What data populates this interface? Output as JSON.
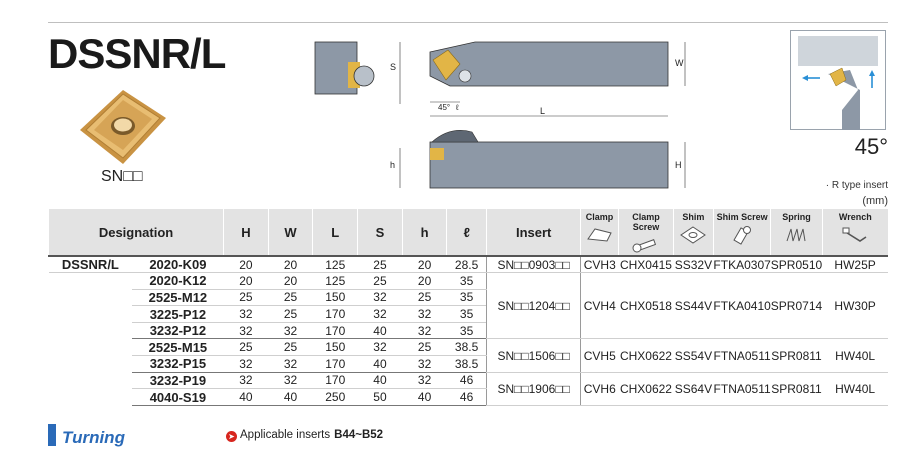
{
  "title": "DSSNR/L",
  "insert_code": "SN□□",
  "diagram": {
    "labels": {
      "s": "S",
      "w": "W",
      "l": "L",
      "h": "h",
      "H": "H",
      "angle": "45°",
      "ell": "ℓ"
    }
  },
  "side_panel": {
    "angle": "45°",
    "r_type": "· R type insert",
    "unit": "(mm)"
  },
  "table": {
    "headers": {
      "designation": "Designation",
      "H": "H",
      "W": "W",
      "L": "L",
      "S": "S",
      "h": "h",
      "ell": "ℓ",
      "insert": "Insert",
      "clamp": "Clamp",
      "clamp_screw": "Clamp Screw",
      "shim": "Shim",
      "shim_screw": "Shim Screw",
      "spring": "Spring",
      "wrench": "Wrench"
    },
    "brand": "DSSNR/L",
    "rows": [
      {
        "code": "2020-K09",
        "H": "20",
        "W": "20",
        "L": "125",
        "S": "25",
        "h": "20",
        "ell": "28.5"
      },
      {
        "code": "2020-K12",
        "H": "20",
        "W": "20",
        "L": "125",
        "S": "25",
        "h": "20",
        "ell": "35"
      },
      {
        "code": "2525-M12",
        "H": "25",
        "W": "25",
        "L": "150",
        "S": "32",
        "h": "25",
        "ell": "35"
      },
      {
        "code": "3225-P12",
        "H": "32",
        "W": "25",
        "L": "170",
        "S": "32",
        "h": "32",
        "ell": "35"
      },
      {
        "code": "3232-P12",
        "H": "32",
        "W": "32",
        "L": "170",
        "S": "40",
        "h": "32",
        "ell": "35"
      },
      {
        "code": "2525-M15",
        "H": "25",
        "W": "25",
        "L": "150",
        "S": "32",
        "h": "25",
        "ell": "38.5"
      },
      {
        "code": "3232-P15",
        "H": "32",
        "W": "32",
        "L": "170",
        "S": "40",
        "h": "32",
        "ell": "38.5"
      },
      {
        "code": "3232-P19",
        "H": "32",
        "W": "32",
        "L": "170",
        "S": "40",
        "h": "32",
        "ell": "46"
      },
      {
        "code": "4040-S19",
        "H": "40",
        "W": "40",
        "L": "250",
        "S": "50",
        "h": "40",
        "ell": "46"
      }
    ],
    "groups": [
      {
        "insert": "SN□□0903□□",
        "clamp": "CVH3",
        "clamp_screw": "CHX0415",
        "shim": "SS32V",
        "shim_screw": "FTKA0307",
        "spring": "SPR0510",
        "wrench": "HW25P"
      },
      {
        "insert": "SN□□1204□□",
        "clamp": "CVH4",
        "clamp_screw": "CHX0518",
        "shim": "SS44V",
        "shim_screw": "FTKA0410",
        "spring": "SPR0714",
        "wrench": "HW30P"
      },
      {
        "insert": "SN□□1506□□",
        "clamp": "CVH5",
        "clamp_screw": "CHX0622",
        "shim": "SS54V",
        "shim_screw": "FTNA0511",
        "spring": "SPR0811",
        "wrench": "HW40L"
      },
      {
        "insert": "SN□□1906□□",
        "clamp": "CVH6",
        "clamp_screw": "CHX0622",
        "shim": "SS64V",
        "shim_screw": "FTNA0511",
        "spring": "SPR0811",
        "wrench": "HW40L"
      }
    ]
  },
  "footer": {
    "section": "Turning",
    "applicable_label": "Applicable inserts",
    "applicable_pages": "B44~B52"
  },
  "colors": {
    "accent": "#2a6ab8",
    "header_bg": "#e3e3e3",
    "insert_gold": "#d9a85a"
  }
}
